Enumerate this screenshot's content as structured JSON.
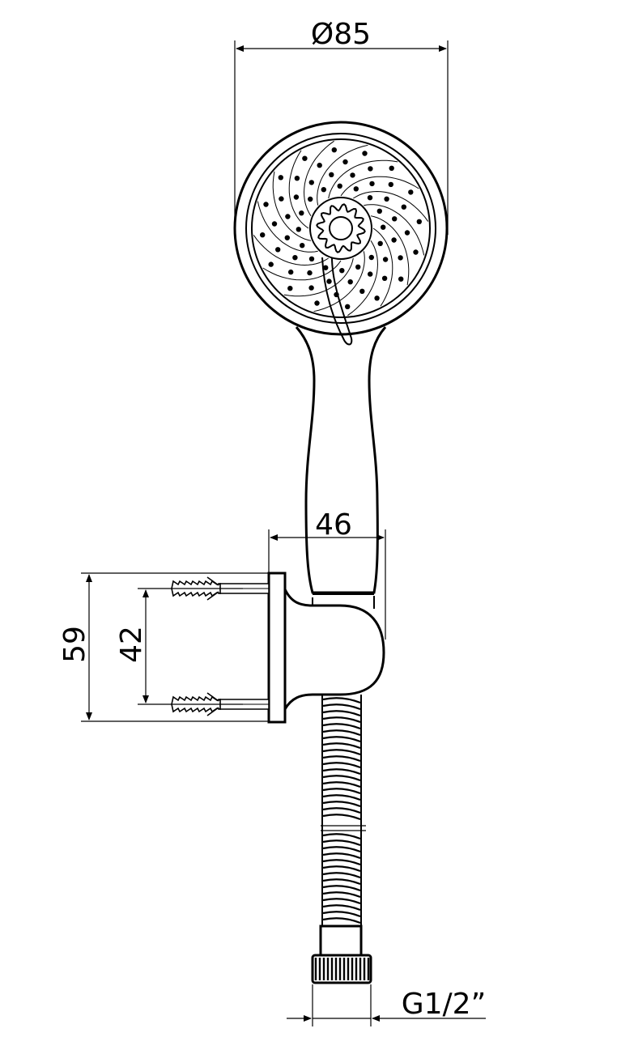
{
  "dimensions": {
    "head_diameter": "Ø85",
    "handle_width": "46",
    "bracket_height": "59",
    "screw_spacing": "42",
    "thread": "G1/2”"
  },
  "colors": {
    "line": "#000000",
    "background": "#ffffff"
  }
}
